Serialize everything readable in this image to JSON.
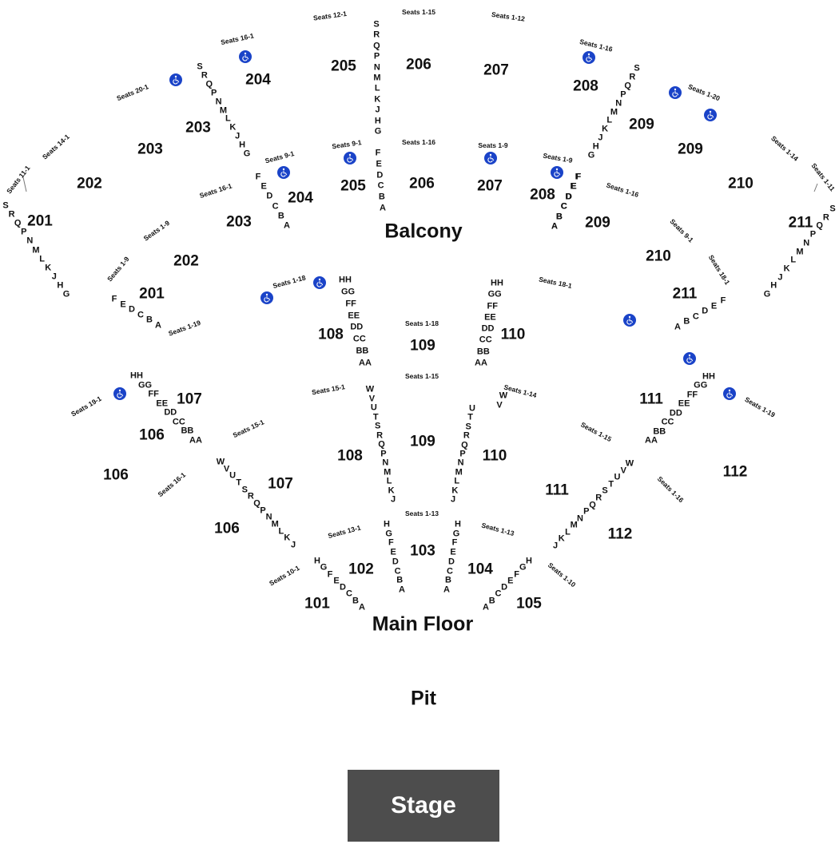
{
  "venue": {
    "stage_label": "Stage",
    "pit_label": "Pit",
    "main_floor_label": "Main Floor",
    "balcony_label": "Balcony",
    "stage_color": "#4d4d4d",
    "wheelchair_color": "#1a43c8"
  },
  "sections": [
    "205",
    "206",
    "207",
    "204",
    "208",
    "203",
    "209",
    "203",
    "209",
    "202",
    "210",
    "201",
    "211",
    "205",
    "206",
    "207",
    "204",
    "208",
    "203",
    "209",
    "202",
    "210",
    "201",
    "211",
    "108",
    "109",
    "110",
    "107",
    "111",
    "106",
    "106",
    "112",
    "108",
    "109",
    "110",
    "107",
    "111",
    "106",
    "112",
    "102",
    "103",
    "104",
    "101",
    "105"
  ],
  "row_sequences": [
    [
      "S",
      "R",
      "Q",
      "P",
      "N",
      "M",
      "L",
      "K",
      "J",
      "H",
      "G"
    ],
    [
      "F",
      "E",
      "D",
      "C",
      "B",
      "A"
    ],
    [
      "S",
      "R",
      "Q",
      "P",
      "N",
      "M",
      "L",
      "K",
      "J",
      "H",
      "G"
    ],
    [
      "F",
      "E",
      "D",
      "C",
      "B",
      "A"
    ],
    [
      "S",
      "R",
      "Q",
      "P",
      "N",
      "M",
      "L",
      "K",
      "J",
      "H",
      "G"
    ],
    [
      "S",
      "R",
      "Q",
      "P",
      "N",
      "M",
      "L",
      "K",
      "J",
      "H",
      "G"
    ],
    [
      "F",
      "E",
      "D",
      "C",
      "B",
      "A"
    ],
    [
      "F",
      "E",
      "D",
      "C",
      "B",
      "A"
    ],
    [
      "S",
      "R",
      "Q",
      "P",
      "N",
      "M",
      "L",
      "K",
      "J",
      "H",
      "G"
    ],
    [
      "G",
      "H",
      "J",
      "K",
      "L",
      "M",
      "N",
      "P",
      "Q",
      "R",
      "S"
    ],
    [
      "F",
      "E",
      "D",
      "C",
      "B",
      "A"
    ],
    [
      "A",
      "B",
      "C",
      "D",
      "E",
      "F"
    ],
    [
      "HH",
      "GG",
      "FF",
      "EE",
      "DD",
      "CC",
      "BB",
      "AA"
    ],
    [
      "HH",
      "GG",
      "FF",
      "EE",
      "DD",
      "CC",
      "BB",
      "AA"
    ],
    [
      "HH",
      "GG",
      "FF",
      "EE",
      "DD",
      "CC",
      "BB",
      "AA"
    ],
    [
      "HH",
      "GG",
      "FF",
      "EE",
      "DD",
      "CC",
      "BB",
      "AA"
    ],
    [
      "W",
      "V",
      "U",
      "T",
      "S",
      "R",
      "Q",
      "P",
      "N",
      "M",
      "L",
      "K",
      "J"
    ],
    [
      "U",
      "T",
      "S",
      "R",
      "Q",
      "P",
      "N",
      "M",
      "L",
      "K",
      "J"
    ],
    [
      "W",
      "V"
    ],
    [
      "W",
      "V",
      "U",
      "T",
      "S",
      "R",
      "Q",
      "P",
      "N",
      "M",
      "L",
      "K",
      "J"
    ],
    [
      "J",
      "K",
      "L",
      "M",
      "N",
      "P",
      "Q",
      "R",
      "S",
      "T",
      "U",
      "V",
      "W"
    ],
    [
      "H",
      "G",
      "F",
      "E",
      "D",
      "C",
      "B",
      "A"
    ],
    [
      "H",
      "G",
      "F",
      "E",
      "D",
      "C",
      "B",
      "A"
    ],
    [
      "H",
      "G",
      "F",
      "E",
      "D",
      "C",
      "B",
      "A"
    ],
    [
      "A",
      "B",
      "C",
      "D",
      "E",
      "F",
      "G",
      "H"
    ]
  ],
  "seat_labels": [
    "Seats 12-1",
    "Seats 1-15",
    "Seats 1-12",
    "Seats 16-1",
    "Seats 1-16",
    "Seats 20-1",
    "Seats 1-20",
    "Seats 14-1",
    "Seats 1-14",
    "Seats 11-1",
    "Seats 1-11",
    "Seats 9-1",
    "Seats 1-16",
    "Seats 1-9",
    "Seats 1-9",
    "Seats 16-1",
    "Seats 1-16",
    "Seats 9-1",
    "Seats 1-9",
    "Seats 9-1",
    "Seats 1-9",
    "Seats 18-1",
    "Seats 1-18",
    "Seats 18-1",
    "Seats 1-19",
    "Seats 1-18",
    "Seats 1-15",
    "Seats 15-1",
    "Seats 1-14",
    "Seats 19-1",
    "Seats 1-19",
    "Seats 15-1",
    "Seats 1-15",
    "Seats 16-1",
    "Seats 1-16",
    "Seats 1-13",
    "Seats 13-1",
    "Seats 1-13",
    "Seats 10-1",
    "Seats 1-10"
  ],
  "wheelchair_icon": "wheelchair-accessible-icon"
}
